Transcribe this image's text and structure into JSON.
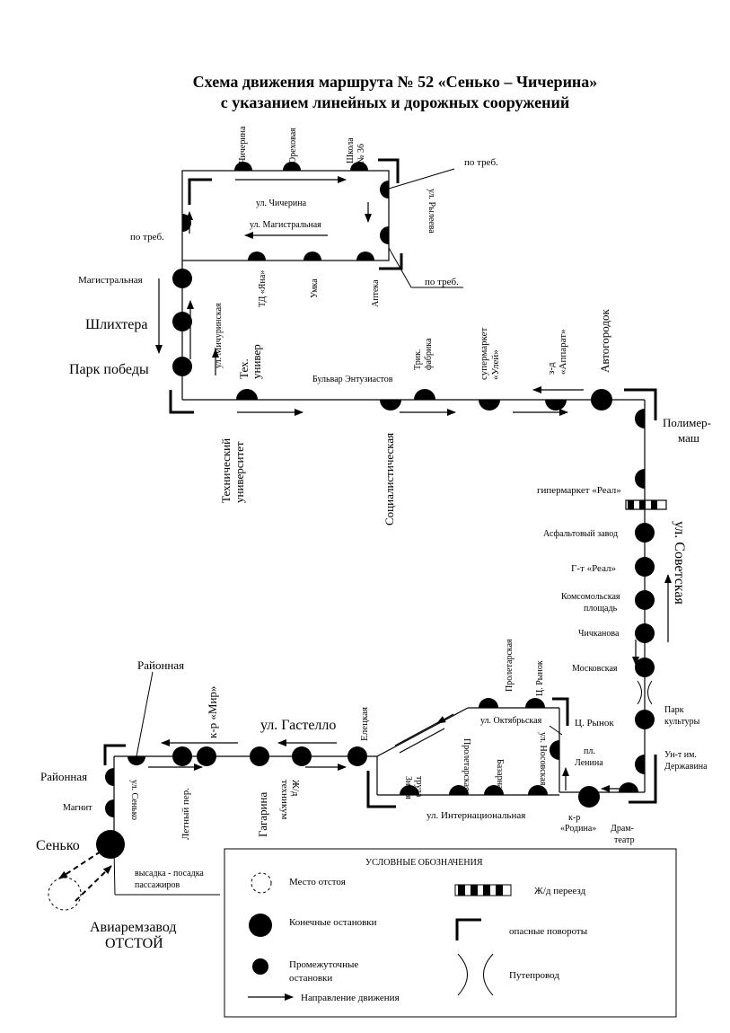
{
  "title": {
    "line1": "Схема движения маршрута № 52  «Сенько – Чичерина»",
    "line2": "с указанием линейных и дорожных сооружений"
  },
  "stops": {
    "chicherina": "Чичерина",
    "orekhovaya": "Ореховая",
    "shkola36": [
      "Школа",
      "№ 36"
    ],
    "po_treb": "по треб.",
    "ryleeva": "ул. Рылеева",
    "magistralnaya": "Магистральная",
    "shlikhtera": "Шлихтера",
    "park_pobedy": "Парк победы",
    "td_yana": "ТД «Яна»",
    "umka": "Умка",
    "apteka": "Аптека",
    "michurinskaya": "ул. Мичуринская",
    "tekh_univer": [
      "Тех.",
      "универ"
    ],
    "trik_fabrika": [
      "Трик.",
      "фабрика"
    ],
    "supermarket_uley": [
      "супермаркет",
      "«Улей»"
    ],
    "zd_apparat": [
      "з-д",
      "«Аппарат»"
    ],
    "avtogorodok": "Автогородок",
    "tekh_universitet": [
      "Технический",
      "университет"
    ],
    "socialisticheskaya": "Социалистическая",
    "polimermash": [
      "Полимер-",
      "маш"
    ],
    "gipermarket_real": "гипермаркет «Реал»",
    "asfaltovy": "Асфальтовый завод",
    "gt_real": "Г-т  «Реал»",
    "komsomolskaya": [
      "Комсомольская",
      "площадь"
    ],
    "chichkanova": "Чичканова",
    "moskovskaya": "Московская",
    "park_kultury": [
      "Парк",
      "культуры"
    ],
    "unt_derzhavina": [
      "Ун-т им.",
      "Державина"
    ],
    "dramteatr": [
      "Драм-",
      "театр"
    ],
    "kr_rodina": [
      "к-р",
      "«Родина»"
    ],
    "pl_lenina": [
      "пл.",
      "Ленина"
    ],
    "ts_rynok": "Ц. Рынок",
    "ts_rynok_v": "Ц. Рынок",
    "proletarskaya_v": "Пролетарская",
    "znamya_truda": [
      "Знамя",
      "труда"
    ],
    "proletarskaya_in": "Пролетарская",
    "bazarnaya": "Базарная",
    "nosovskaya": "ул. Носовская",
    "eletskaya": "Елецкая",
    "zhd_tekhnikum": [
      "Ж/д",
      "техникум"
    ],
    "gagarina": "Гагарина",
    "kr_mir": "к-р «Мир»",
    "letny": "Летный пер.",
    "senko_street": "ул. Сенько",
    "rayonnaya_top": "Районная",
    "rayonnaya": "Районная",
    "magnit": "Магнит",
    "senko": "Сенько",
    "vysadka": [
      "высадка - посадка",
      "пассажиров"
    ],
    "aviaremzavod": [
      "Авиаремзавод",
      "ОТСТОЙ"
    ]
  },
  "streets": {
    "chicherina": "ул. Чичерина",
    "magistralnaya": "ул. Магистральная",
    "bulvar": "Бульвар Энтузиастов",
    "sovetskaya": "ул. Советская",
    "gastello": "ул. Гастелло",
    "oktyabrskaya": "ул. Октябрьская",
    "internacionalnaya": "ул. Интернациональная"
  },
  "legend": {
    "heading": "УСЛОВНЫЕ ОБОЗНАЧЕНИЯ",
    "otstoy": "Место отстоя",
    "konechnye": "Конечные остановки",
    "promezhutochnye": [
      "Промежуточные",
      "остановки"
    ],
    "napravlenie": "Направление движения",
    "pereezd": "Ж/д переезд",
    "povoroty": "опасные повороты",
    "puteprovod": "Путепровод"
  }
}
